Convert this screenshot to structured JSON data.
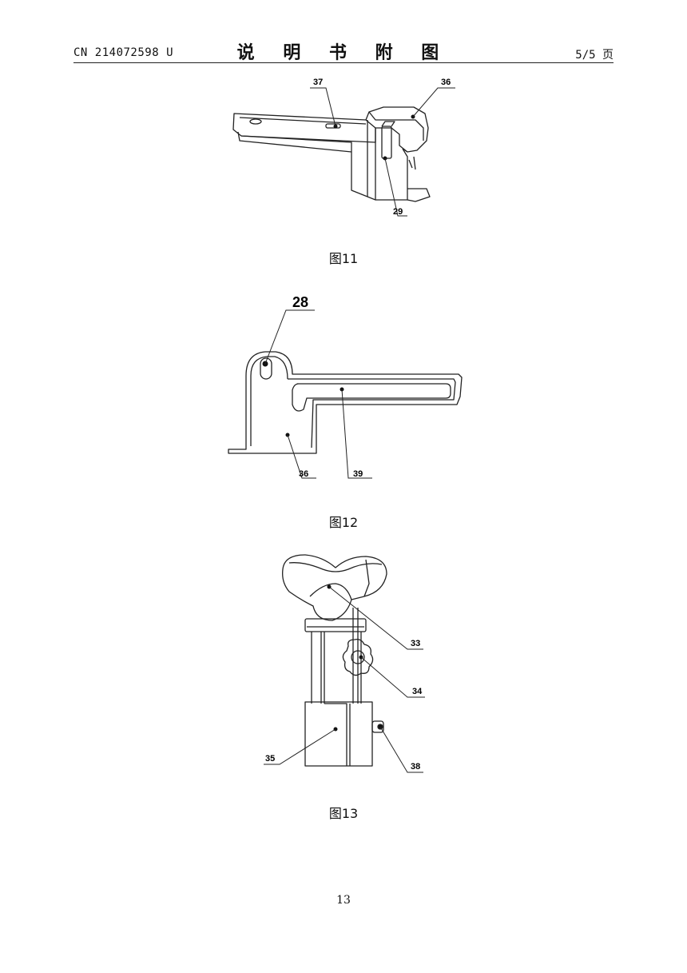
{
  "header": {
    "doc_number": "CN 214072598 U",
    "title": "说 明 书 附 图",
    "page_of": "5/5 页"
  },
  "figures": [
    {
      "caption": "图11",
      "labels": {
        "a": "37",
        "b": "36",
        "c": "29"
      }
    },
    {
      "caption": "图12",
      "labels": {
        "a": "28",
        "b": "36",
        "c": "39"
      }
    },
    {
      "caption": "图13",
      "labels": {
        "a": "33",
        "b": "34",
        "c": "35",
        "d": "38"
      }
    }
  ],
  "footer": {
    "page_number": "13"
  }
}
